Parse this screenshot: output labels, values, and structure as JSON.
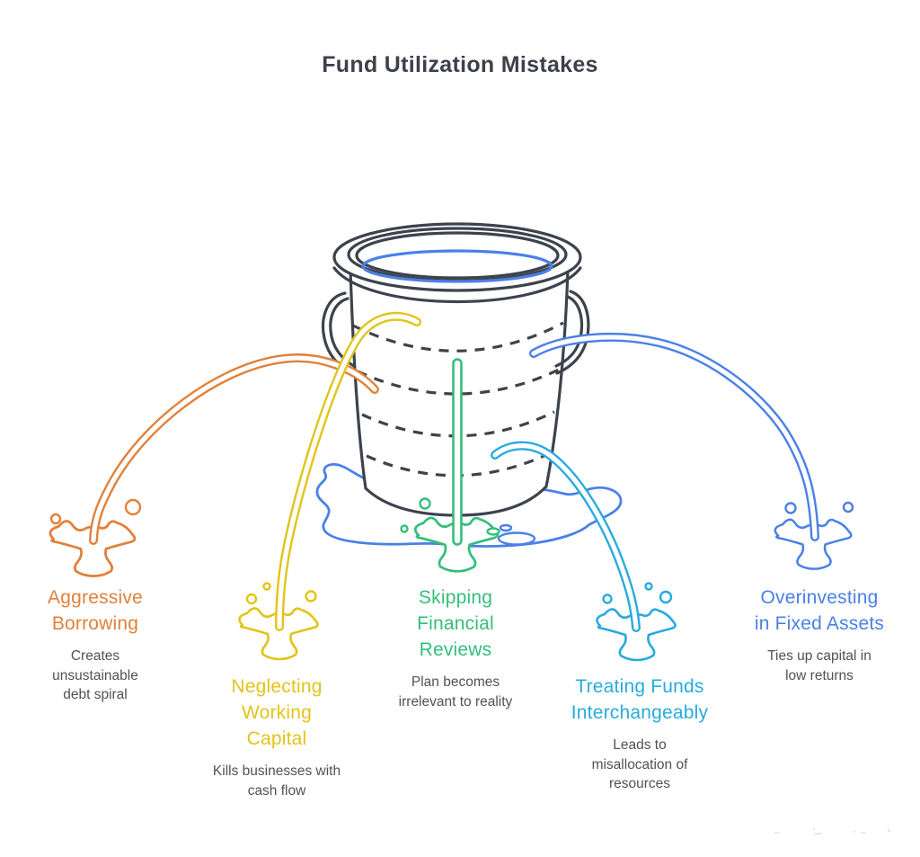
{
  "title": "Fund Utilization Mistakes",
  "colors": {
    "orange": "#E0813B",
    "yellow": "#E2C418",
    "green": "#35BE7B",
    "cyan": "#28ABDE",
    "blue": "#4A80E8",
    "outline": "#3D434D",
    "text": "#4E5257",
    "title": "#3C414A"
  },
  "bucket": {
    "description_icon": "leaky-bucket-icon",
    "water_color": "#4A80E8"
  },
  "mistakes": [
    {
      "title": "Aggressive Borrowing",
      "description": "Creates unsustainable debt spiral",
      "color": "#E0813B"
    },
    {
      "title": "Neglecting Working Capital",
      "description": "Kills businesses with cash flow",
      "color": "#E2C418"
    },
    {
      "title": "Skipping Financial Reviews",
      "description": "Plan becomes irrelevant to reality",
      "color": "#35BE7B"
    },
    {
      "title": "Treating Funds Interchangeably",
      "description": "Leads to misallocation of resources",
      "color": "#28ABDE"
    },
    {
      "title": "Overinvesting in Fixed Assets",
      "description": "Ties up capital in low returns",
      "color": "#4A80E8"
    }
  ]
}
